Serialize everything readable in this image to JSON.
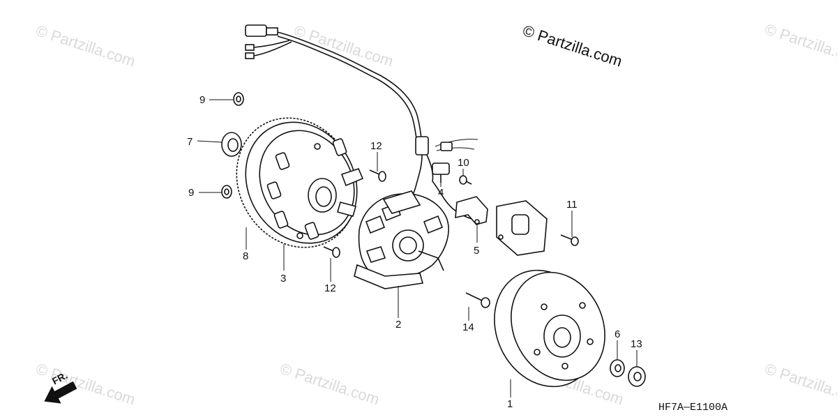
{
  "watermark": "© Partzilla.com",
  "brand": "© Partzilla.com",
  "front_label": "FR.",
  "diagram_code": "HF7A—E1100A",
  "callouts": {
    "c1": "1",
    "c2": "2",
    "c3": "3",
    "c4": "4",
    "c5": "5",
    "c6": "6",
    "c7": "7",
    "c8": "8",
    "c9a": "9",
    "c9b": "9",
    "c10": "10",
    "c11": "11",
    "c12a": "12",
    "c12b": "12",
    "c13": "13",
    "c14": "14"
  }
}
